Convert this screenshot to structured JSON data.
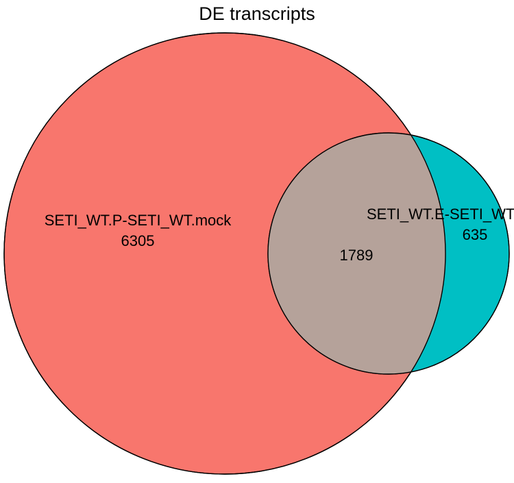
{
  "title": "DE transcripts",
  "sets": [
    {
      "label": "SETI_WT.P-SETI_WT.mock",
      "count_only": "6305",
      "color": "#f8766d"
    },
    {
      "label": "SETI_WT.E-SETI_WT.mock",
      "count_only": "635",
      "color": "#00bfc4"
    }
  ],
  "overlap": {
    "count": "1789",
    "color": "#b5a29a"
  },
  "outline_color": "#000000"
}
